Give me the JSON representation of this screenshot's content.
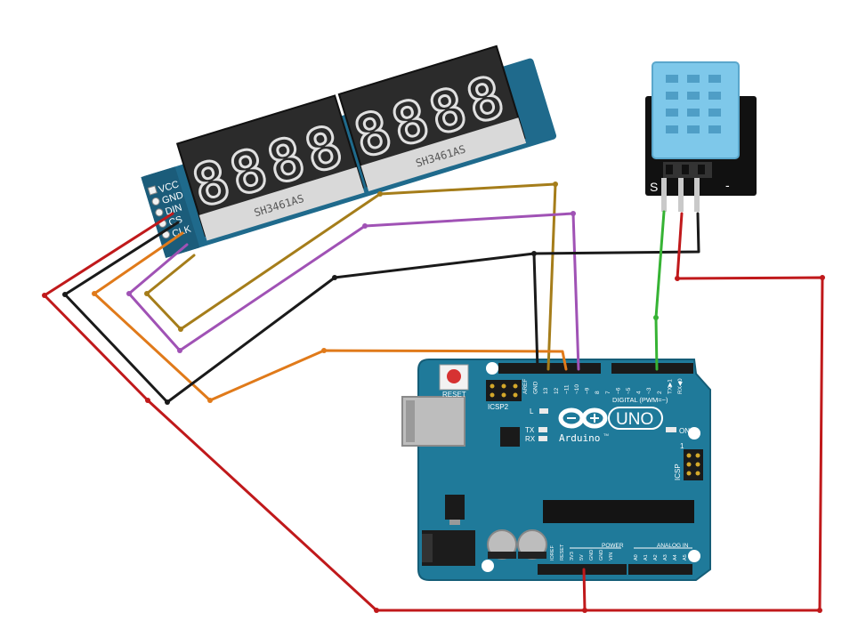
{
  "display": {
    "pins": [
      "VCC",
      "GND",
      "DIN",
      "CS",
      "CLK"
    ],
    "module_label": "SH3461AS",
    "digit_glyph": "8",
    "digit_count": 8
  },
  "sensor": {
    "pins": [
      "S",
      "-"
    ]
  },
  "arduino": {
    "logo_text": "UNO",
    "brand": "Arduino",
    "brand_mark": "TM",
    "reset_label": "RESET",
    "icsp2_label": "ICSP2",
    "icsp_label": "ICSP",
    "icsp_pin_one": "1",
    "led_labels": [
      "L",
      "TX",
      "RX"
    ],
    "on_label": "ON",
    "digital_label": "DIGITAL (PWM=~)",
    "digital_header_labels": [
      "AREF",
      "GND",
      "13",
      "12",
      "~11",
      "~10",
      "~9",
      "8",
      "7",
      "~6",
      "~5",
      "4",
      "~3",
      "2",
      "TX▶1",
      "RX◀0"
    ],
    "power_label": "POWER",
    "analog_label": "ANALOG IN",
    "power_pins": [
      "IOREF",
      "RESET",
      "3V3",
      "5V",
      "GND",
      "GND",
      "VIN"
    ],
    "analog_pins": [
      "A0",
      "A1",
      "A2",
      "A3",
      "A4",
      "A5"
    ]
  },
  "colors": {
    "board": "#1f7a9a",
    "board_dark": "#155d77",
    "display_body": "#2b2b2b",
    "segment_off": "#d8d8d8",
    "sensor_body": "#7ec8ea",
    "wire_red": "#c0191b",
    "wire_black": "#1a1a1a",
    "wire_orange": "#e07a1a",
    "wire_olive": "#a57d1a",
    "wire_purple": "#a052b5",
    "wire_green": "#36b334"
  }
}
